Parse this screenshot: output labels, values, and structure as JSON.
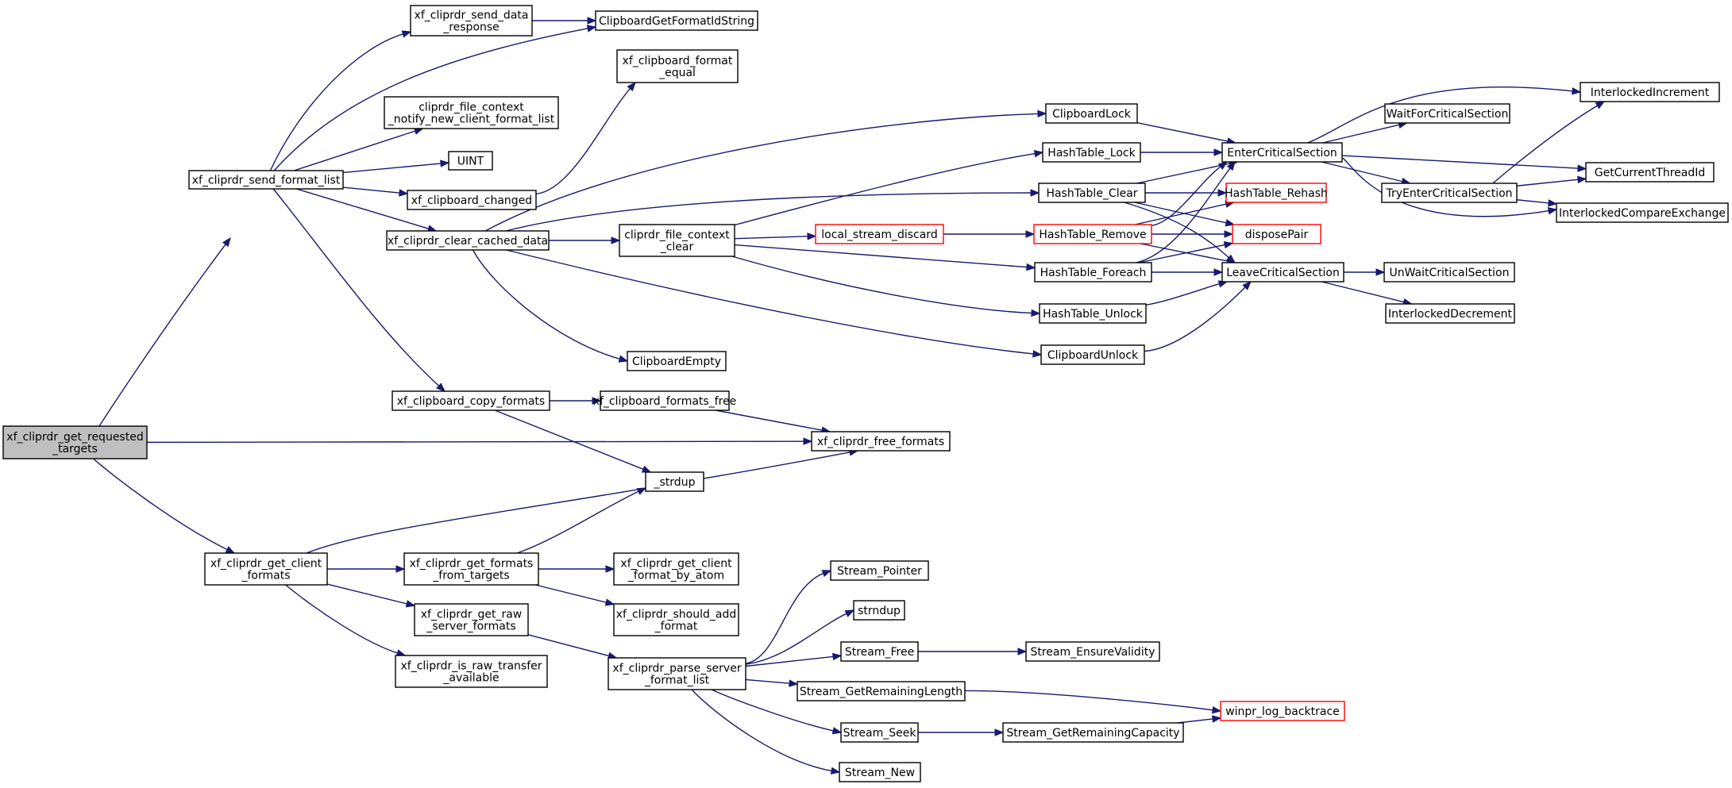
{
  "colors": {
    "edge": "#191970",
    "normal_border": "#000000",
    "highlight_border": "#ff0000",
    "root_fill": "#bfbfbf"
  },
  "nodes": {
    "root": [
      "xf_cliprdr_get_requested",
      "_targets"
    ],
    "send_format_list": [
      "xf_cliprdr_send_format_list"
    ],
    "send_data_response": [
      "xf_cliprdr_send_data",
      "_response"
    ],
    "get_format_id_string": [
      "ClipboardGetFormatIdString"
    ],
    "file_context_notify": [
      "cliprdr_file_context",
      "_notify_new_client_format_list"
    ],
    "uint": [
      "UINT"
    ],
    "format_equal": [
      "xf_clipboard_format",
      "_equal"
    ],
    "clipboard_changed": [
      "xf_clipboard_changed"
    ],
    "clear_cached_data": [
      "xf_cliprdr_clear_cached_data"
    ],
    "copy_formats": [
      "xf_clipboard_copy_formats"
    ],
    "formats_free": [
      "xf_clipboard_formats_free"
    ],
    "free_formats": [
      "xf_cliprdr_free_formats"
    ],
    "strdup": [
      "_strdup"
    ],
    "clipboard_lock": [
      "ClipboardLock"
    ],
    "hashtable_lock": [
      "HashTable_Lock"
    ],
    "hashtable_clear": [
      "HashTable_Clear"
    ],
    "file_context_clear": [
      "cliprdr_file_context",
      "_clear"
    ],
    "local_stream_discard": [
      "local_stream_discard"
    ],
    "hashtable_remove": [
      "HashTable_Remove"
    ],
    "hashtable_foreach": [
      "HashTable_Foreach"
    ],
    "hashtable_unlock": [
      "HashTable_Unlock"
    ],
    "clipboard_unlock": [
      "ClipboardUnlock"
    ],
    "clipboard_empty": [
      "ClipboardEmpty"
    ],
    "enter_cs": [
      "EnterCriticalSection"
    ],
    "leave_cs": [
      "LeaveCriticalSection"
    ],
    "hashtable_rehash": [
      "HashTable_Rehash"
    ],
    "dispose_pair": [
      "disposePair"
    ],
    "wait_cs": [
      "WaitForCriticalSection"
    ],
    "try_enter_cs": [
      "TryEnterCriticalSection"
    ],
    "unwait_cs": [
      "UnWaitCriticalSection"
    ],
    "interlocked_decrement": [
      "InterlockedDecrement"
    ],
    "interlocked_increment": [
      "InterlockedIncrement"
    ],
    "get_current_thread_id": [
      "GetCurrentThreadId"
    ],
    "interlocked_compare_exchange": [
      "InterlockedCompareExchange"
    ],
    "get_client_formats": [
      "xf_cliprdr_get_client",
      "_formats"
    ],
    "get_formats_from_targets": [
      "xf_cliprdr_get_formats",
      "_from_targets"
    ],
    "get_client_format_by_atom": [
      "xf_cliprdr_get_client",
      "_format_by_atom"
    ],
    "should_add_format": [
      "xf_cliprdr_should_add",
      "_format"
    ],
    "get_raw_server_formats": [
      "xf_cliprdr_get_raw",
      "_server_formats"
    ],
    "is_raw_transfer_available": [
      "xf_cliprdr_is_raw_transfer",
      "_available"
    ],
    "parse_server_format_list": [
      "xf_cliprdr_parse_server",
      "_format_list"
    ],
    "stream_pointer": [
      "Stream_Pointer"
    ],
    "strndup": [
      "strndup"
    ],
    "stream_free": [
      "Stream_Free"
    ],
    "stream_ensure_validity": [
      "Stream_EnsureValidity"
    ],
    "stream_get_remaining_length": [
      "Stream_GetRemainingLength"
    ],
    "winpr_log_backtrace": [
      "winpr_log_backtrace"
    ],
    "stream_seek": [
      "Stream_Seek"
    ],
    "stream_get_remaining_capacity": [
      "Stream_GetRemainingCapacity"
    ],
    "stream_new": [
      "Stream_New"
    ]
  },
  "highlighted": [
    "local_stream_discard",
    "hashtable_remove",
    "hashtable_rehash",
    "dispose_pair",
    "winpr_log_backtrace"
  ],
  "edges": [
    [
      "root",
      "send_format_list"
    ],
    [
      "root",
      "free_formats"
    ],
    [
      "root",
      "get_client_formats"
    ],
    [
      "send_format_list",
      "send_data_response"
    ],
    [
      "send_format_list",
      "get_format_id_string"
    ],
    [
      "send_format_list",
      "file_context_notify"
    ],
    [
      "send_format_list",
      "uint"
    ],
    [
      "send_format_list",
      "clipboard_changed"
    ],
    [
      "send_format_list",
      "clear_cached_data"
    ],
    [
      "send_format_list",
      "copy_formats"
    ],
    [
      "send_data_response",
      "get_format_id_string"
    ],
    [
      "clipboard_changed",
      "format_equal"
    ],
    [
      "clear_cached_data",
      "clipboard_lock"
    ],
    [
      "clear_cached_data",
      "hashtable_clear"
    ],
    [
      "clear_cached_data",
      "file_context_clear"
    ],
    [
      "clear_cached_data",
      "clipboard_empty"
    ],
    [
      "clear_cached_data",
      "clipboard_unlock"
    ],
    [
      "file_context_clear",
      "hashtable_lock"
    ],
    [
      "file_context_clear",
      "local_stream_discard"
    ],
    [
      "file_context_clear",
      "hashtable_foreach"
    ],
    [
      "file_context_clear",
      "hashtable_unlock"
    ],
    [
      "local_stream_discard",
      "hashtable_remove"
    ],
    [
      "clipboard_lock",
      "enter_cs"
    ],
    [
      "hashtable_lock",
      "enter_cs"
    ],
    [
      "hashtable_clear",
      "enter_cs"
    ],
    [
      "hashtable_clear",
      "hashtable_rehash"
    ],
    [
      "hashtable_clear",
      "dispose_pair"
    ],
    [
      "hashtable_clear",
      "leave_cs"
    ],
    [
      "hashtable_remove",
      "enter_cs"
    ],
    [
      "hashtable_remove",
      "hashtable_rehash"
    ],
    [
      "hashtable_remove",
      "dispose_pair"
    ],
    [
      "hashtable_remove",
      "leave_cs"
    ],
    [
      "hashtable_foreach",
      "enter_cs"
    ],
    [
      "hashtable_foreach",
      "dispose_pair"
    ],
    [
      "hashtable_foreach",
      "leave_cs"
    ],
    [
      "hashtable_unlock",
      "leave_cs"
    ],
    [
      "clipboard_unlock",
      "leave_cs"
    ],
    [
      "enter_cs",
      "interlocked_increment"
    ],
    [
      "enter_cs",
      "wait_cs"
    ],
    [
      "enter_cs",
      "get_current_thread_id"
    ],
    [
      "enter_cs",
      "try_enter_cs"
    ],
    [
      "enter_cs",
      "interlocked_compare_exchange"
    ],
    [
      "try_enter_cs",
      "interlocked_increment"
    ],
    [
      "try_enter_cs",
      "get_current_thread_id"
    ],
    [
      "try_enter_cs",
      "interlocked_compare_exchange"
    ],
    [
      "leave_cs",
      "unwait_cs"
    ],
    [
      "leave_cs",
      "interlocked_decrement"
    ],
    [
      "copy_formats",
      "formats_free"
    ],
    [
      "copy_formats",
      "strdup"
    ],
    [
      "formats_free",
      "free_formats"
    ],
    [
      "get_client_formats",
      "free_formats"
    ],
    [
      "get_client_formats",
      "get_formats_from_targets"
    ],
    [
      "get_client_formats",
      "get_raw_server_formats"
    ],
    [
      "get_client_formats",
      "is_raw_transfer_available"
    ],
    [
      "get_formats_from_targets",
      "strdup"
    ],
    [
      "get_formats_from_targets",
      "get_client_format_by_atom"
    ],
    [
      "get_formats_from_targets",
      "should_add_format"
    ],
    [
      "get_raw_server_formats",
      "parse_server_format_list"
    ],
    [
      "parse_server_format_list",
      "stream_pointer"
    ],
    [
      "parse_server_format_list",
      "strndup"
    ],
    [
      "parse_server_format_list",
      "stream_free"
    ],
    [
      "parse_server_format_list",
      "stream_get_remaining_length"
    ],
    [
      "parse_server_format_list",
      "stream_seek"
    ],
    [
      "parse_server_format_list",
      "stream_new"
    ],
    [
      "stream_free",
      "stream_ensure_validity"
    ],
    [
      "stream_get_remaining_length",
      "winpr_log_backtrace"
    ],
    [
      "stream_seek",
      "stream_get_remaining_capacity"
    ],
    [
      "stream_get_remaining_capacity",
      "winpr_log_backtrace"
    ]
  ]
}
